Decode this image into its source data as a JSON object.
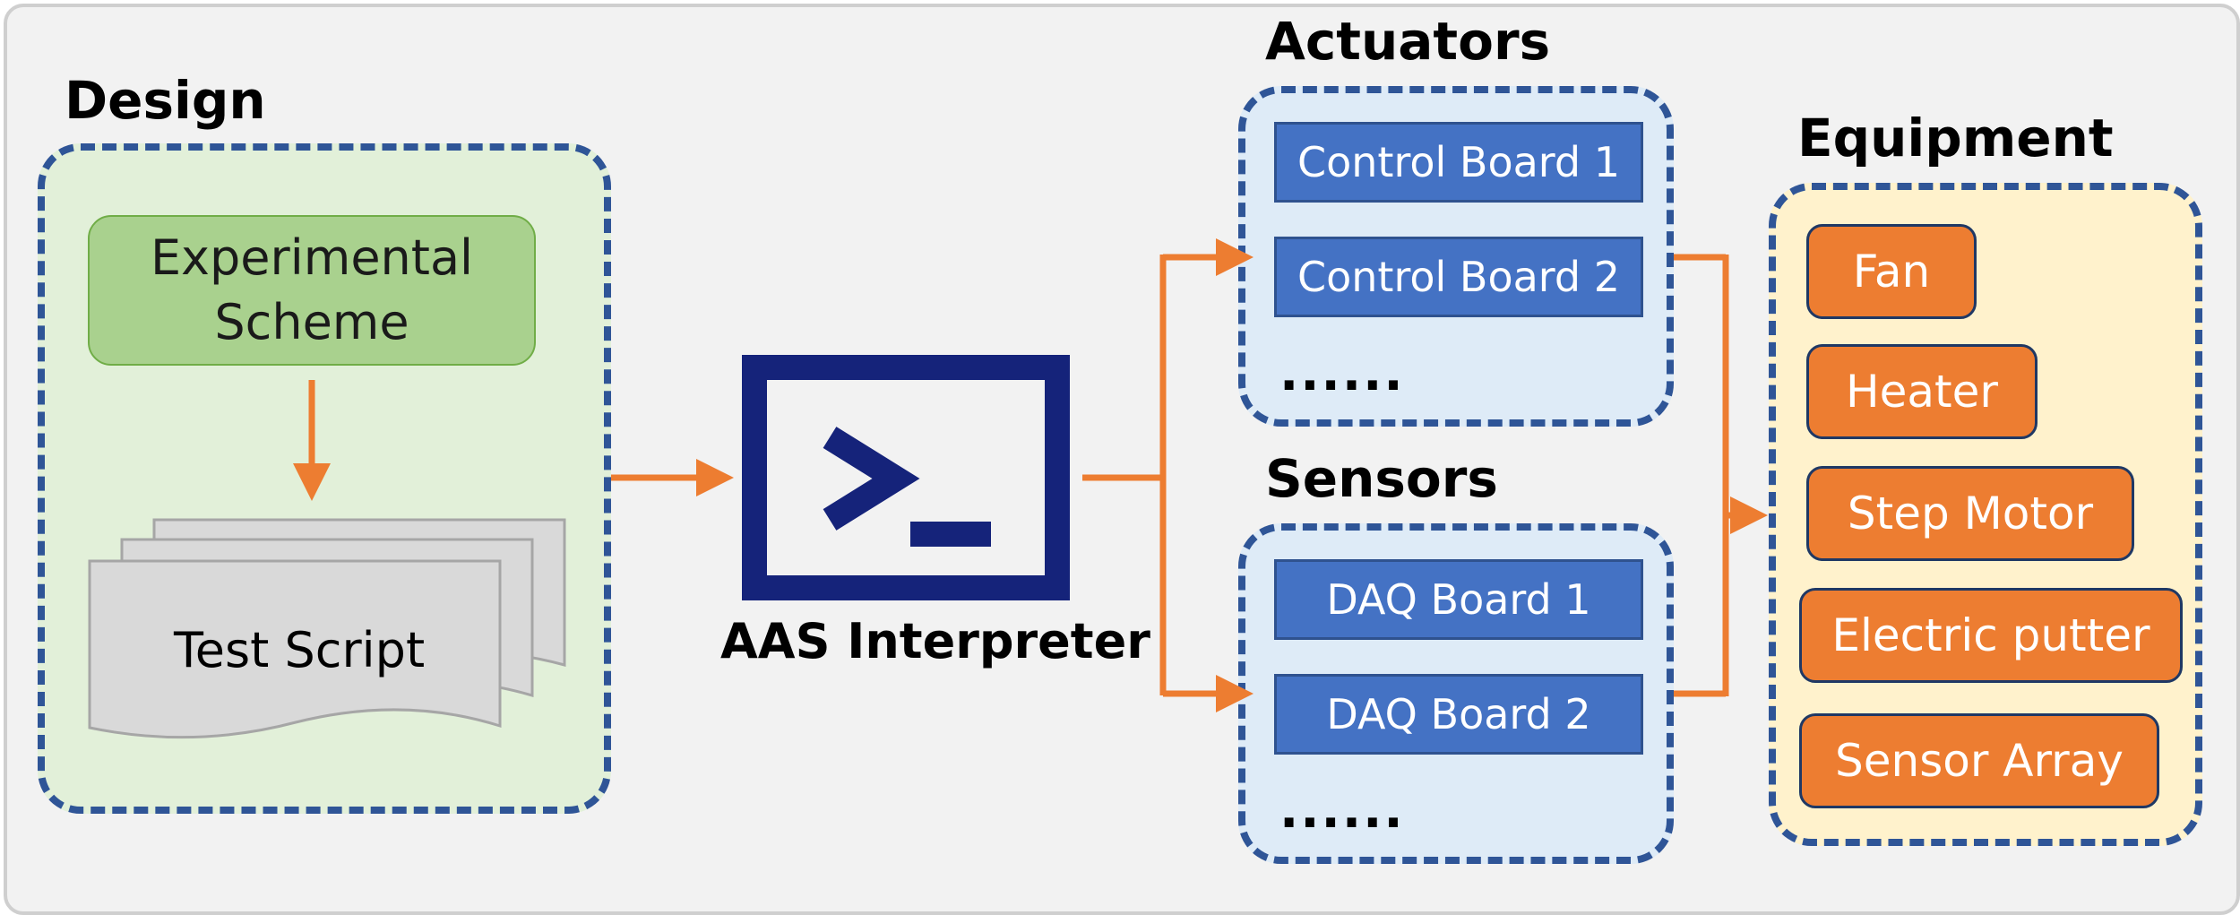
{
  "design": {
    "heading": "Design",
    "scheme_label": "Experimental Scheme",
    "script_label": "Test Script"
  },
  "interpreter": {
    "label": "AAS Interpreter",
    "icon": "terminal-icon"
  },
  "actuators": {
    "heading": "Actuators",
    "items": [
      "Control Board 1",
      "Control Board 2"
    ],
    "more": "......"
  },
  "sensors": {
    "heading": "Sensors",
    "items": [
      "DAQ Board 1",
      "DAQ Board 2"
    ],
    "more": "......"
  },
  "equipment": {
    "heading": "Equipment",
    "items": [
      "Fan",
      "Heater",
      "Step Motor",
      "Electric putter",
      "Sensor Array"
    ]
  },
  "colors": {
    "arrow": "#ed7d31",
    "dashed_border": "#2f5597",
    "interpreter": "#15237a"
  }
}
